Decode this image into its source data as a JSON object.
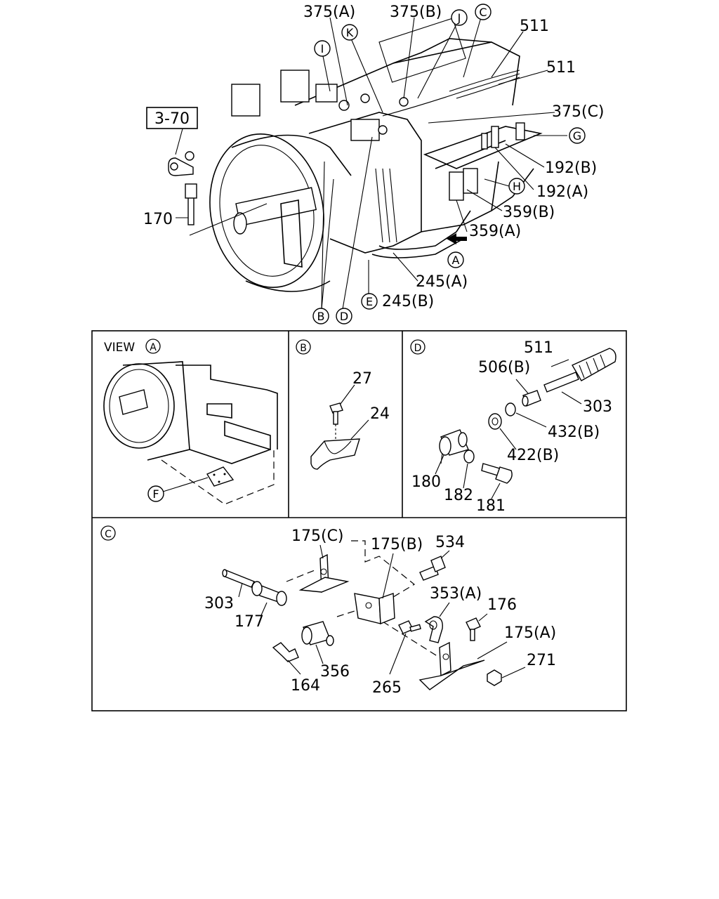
{
  "ref_box": "3-70",
  "main": {
    "labels": {
      "p375a": "375(A)",
      "p375b": "375(B)",
      "p375c": "375(C)",
      "p511a": "511",
      "p511b": "511",
      "p192b": "192(B)",
      "p192a": "192(A)",
      "p359b": "359(B)",
      "p359a": "359(A)",
      "p245a": "245(A)",
      "p245b": "245(B)",
      "p170": "170"
    },
    "callouts": {
      "I": "I",
      "K": "K",
      "J": "J",
      "C": "C",
      "G": "G",
      "H": "H",
      "A": "A",
      "E": "E",
      "B": "B",
      "D": "D"
    }
  },
  "panels": {
    "view_a": {
      "title": "VIEW",
      "circle": "A",
      "callout_f": "F"
    },
    "detail_b": {
      "circle": "B",
      "labels": {
        "p27": "27",
        "p24": "24"
      }
    },
    "detail_d": {
      "circle": "D",
      "labels": {
        "p511": "511",
        "p506b": "506(B)",
        "p303": "303",
        "p432b": "432(B)",
        "p422b": "422(B)",
        "p180": "180",
        "p182": "182",
        "p181": "181"
      }
    },
    "detail_c": {
      "circle": "C",
      "labels": {
        "p175c": "175(C)",
        "p175b": "175(B)",
        "p534": "534",
        "p303": "303",
        "p177": "177",
        "p353a": "353(A)",
        "p176": "176",
        "p175a": "175(A)",
        "p356": "356",
        "p164": "164",
        "p265": "265",
        "p271": "271"
      }
    }
  }
}
